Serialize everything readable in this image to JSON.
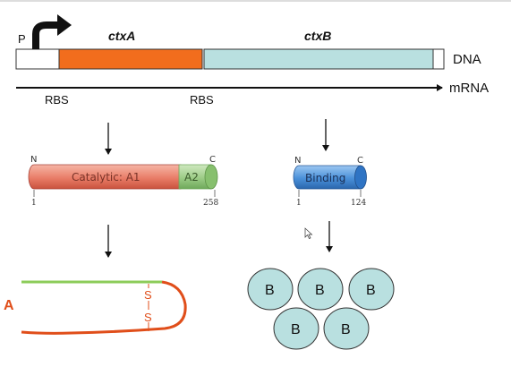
{
  "dna": {
    "promoter_label": "P",
    "genes": [
      "ctxA",
      "ctxB"
    ],
    "dna_label": "DNA",
    "mrna_label": "mRNA",
    "rbs_labels": [
      "RBS",
      "RBS"
    ],
    "colors": {
      "ctxA": "#f26d1d",
      "ctxB": "#b9e0e0"
    }
  },
  "subunit_a": {
    "n_term": "N",
    "c_term": "C",
    "a1_label": "Catalytic: A1",
    "a2_label": "A2",
    "start_residue": "1",
    "end_residue": "258",
    "colors": {
      "a1": "#e97d68",
      "a2": "#9ccc86"
    }
  },
  "subunit_b": {
    "n_term": "N",
    "c_term": "C",
    "label": "Binding",
    "start_residue": "1",
    "end_residue": "124",
    "color": "#4a90d9"
  },
  "folded_a": {
    "label": "A",
    "disulfide_letters": [
      "S",
      "S"
    ],
    "colors": {
      "a2_chain": "#8ccc5a",
      "a1_chain": "#e04e1a"
    }
  },
  "pentamer": {
    "subunit_labels": [
      "B",
      "B",
      "B",
      "B",
      "B"
    ],
    "color": "#b9e0e0"
  }
}
